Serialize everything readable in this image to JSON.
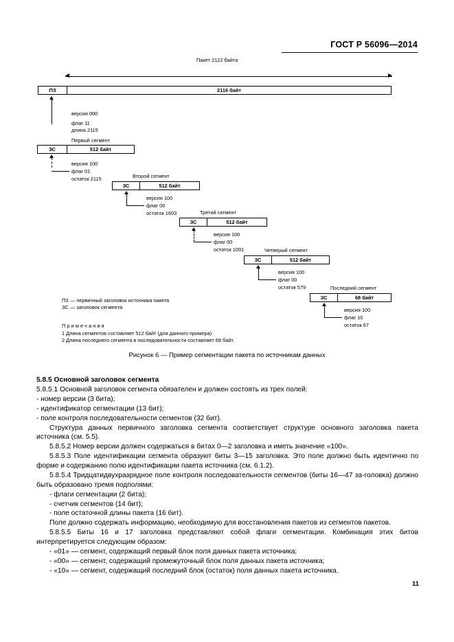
{
  "header": {
    "standard_title": "ГОСТ Р 56096—2014"
  },
  "page_number": "11",
  "figure": {
    "top_dimension_label": "Пакет 2122 байта",
    "caption": "Рисунок 6 — Пример сегментации пакета по источникам данных",
    "packet_bar": {
      "header_label": "ПЗ",
      "body_label": "2116 байт"
    },
    "packet_annotations": [
      "версия 000",
      "флаг 11",
      "длина 2115"
    ],
    "segments": [
      {
        "title": "Первый сегмент",
        "header_label": "ЗС",
        "size_label": "512 байт",
        "annotations": [
          "версия 100",
          "флаг 01",
          "остаток 2115"
        ]
      },
      {
        "title": "Второй сегмент",
        "header_label": "ЗС",
        "size_label": "512 байт",
        "annotations": [
          "версия 100",
          "флаг 00",
          "остаток 1603"
        ]
      },
      {
        "title": "Третий сегмент",
        "header_label": "ЗС",
        "size_label": "512 байт",
        "annotations": [
          "версия 100",
          "флаг 00",
          "остаток 1091"
        ]
      },
      {
        "title": "Четверый сегмент",
        "header_label": "ЗС",
        "size_label": "512 байт",
        "annotations": [
          "версия 100",
          "флаг 00",
          "остаток 579"
        ]
      },
      {
        "title": "Последний сегмент",
        "header_label": "ЗС",
        "size_label": "68 байт",
        "annotations": [
          "версия 100",
          "флаг 10",
          "остаток 67"
        ]
      }
    ],
    "legend": [
      "ПЗ — первичный заголовок источника пакета",
      "ЗС — заголовок сегмента"
    ],
    "notes_title": "Примечания",
    "notes": [
      "1 Длина сегментов составляет 512 байт (для данного примера)",
      "2 Длина последнего сегмента в последовательности составляет 68 байт."
    ]
  },
  "body": {
    "section_heading": "5.8.5 Основной заголовок сегмента",
    "p1": "5.8.5.1 Основной заголовок сегмента обязателен и должен состоять из трех полей:",
    "list1": [
      "- номер версии (3 бита);",
      "- идентификатор сегментации (13 бит);",
      "- поле контроля последовательности сегментов (32 бит)."
    ],
    "p2": "Структура данных первичного заголовка сегмента соответствует структуре основного заголовка пакета источника (см. 5.5).",
    "p3": "5.8.5.2 Номер версии должен содержаться в битах 0—2 заголовка и иметь значение «100».",
    "p4": "5.8.5.3 Поле идентификации сегмента образуют биты 3—15 заголовка. Это поле должно быть идентично по форме и содержанию полю идентификации пакета источника (см. 6.1.2).",
    "p5": "5.8.5.4 Тридцатидвухразрядное поле контроля последовательности сегментов (биты 16—47 за-головка) должно быть образовано тремя подполями:",
    "list2": [
      "- флаги сегментации (2 бита);",
      "- счетчик сегментов (14 бит);",
      "- поле остаточной длины пакета (16 бит)."
    ],
    "p6": "Поле должно содержать информацию, необходимую для восстановления пакетов из сегментов пакетов.",
    "p7": "5.8.5.5 Биты 16 и 17 заголовка представляют собой флаги сегментации. Комбинация этих битов интерпретируется следующим образом:",
    "list3": [
      "- «01» — сегмент, содержащий первый блок поля данных пакета источника;",
      "- «00» — сегмент, содержащий промежуточный блок поля данных пакета источника;",
      "- «10» — сегмент, содержащий последний блок (остаток) поля данных пакета источника."
    ]
  }
}
